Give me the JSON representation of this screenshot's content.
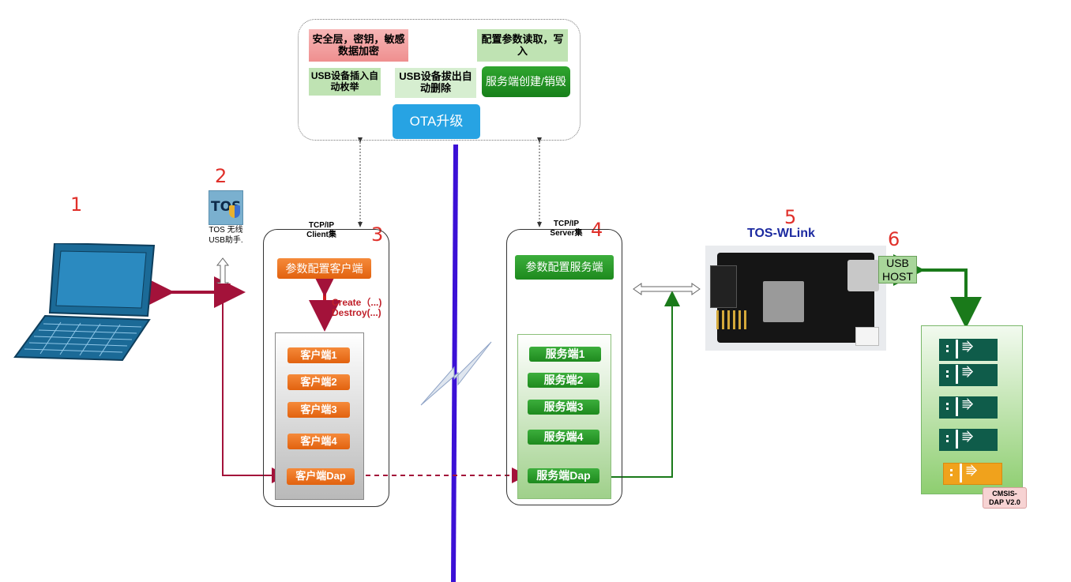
{
  "top_panel": {
    "security": "安全层，密钥，敏感数据加密",
    "config_rw": "配置参数读取，写入",
    "usb_insert": "USB设备插入自动枚举",
    "usb_remove": "USB设备拔出自动删除",
    "server_create": "服务端创建/销毁",
    "ota": "OTA升级"
  },
  "numbers": {
    "n1": "1",
    "n2": "2",
    "n3": "3",
    "n4": "4",
    "n5": "5",
    "n6": "6"
  },
  "tos_app": {
    "logo": "TOS",
    "label": "TOS 无线USB助手."
  },
  "client": {
    "header": "TCP/IP Client集",
    "config": "参数配置客户端",
    "create": "Create（...)",
    "destroy": "Destroy(...)",
    "items": [
      "客户端1",
      "客户端2",
      "客户端3",
      "客户端4",
      "客户端Dap"
    ]
  },
  "server": {
    "header": "TCP/IP Server集",
    "config": "参数配置服务端",
    "items": [
      "服务端1",
      "服务端2",
      "服务端3",
      "服务端4",
      "服务端Dap"
    ]
  },
  "device": {
    "title": "TOS-WLink",
    "usb_host": "USB HOST"
  },
  "cmsis": {
    "label": "CMSIS-DAP V2.0"
  },
  "colors": {
    "red_arrow": "#a3123a",
    "green_arrow": "#1a7a1a",
    "purple_line": "#3b10d6",
    "ota_blue": "#27a3e3"
  },
  "icons": [
    "laptop-icon",
    "tos-logo-icon",
    "board-photo",
    "usb-icon",
    "lightning-icon"
  ]
}
